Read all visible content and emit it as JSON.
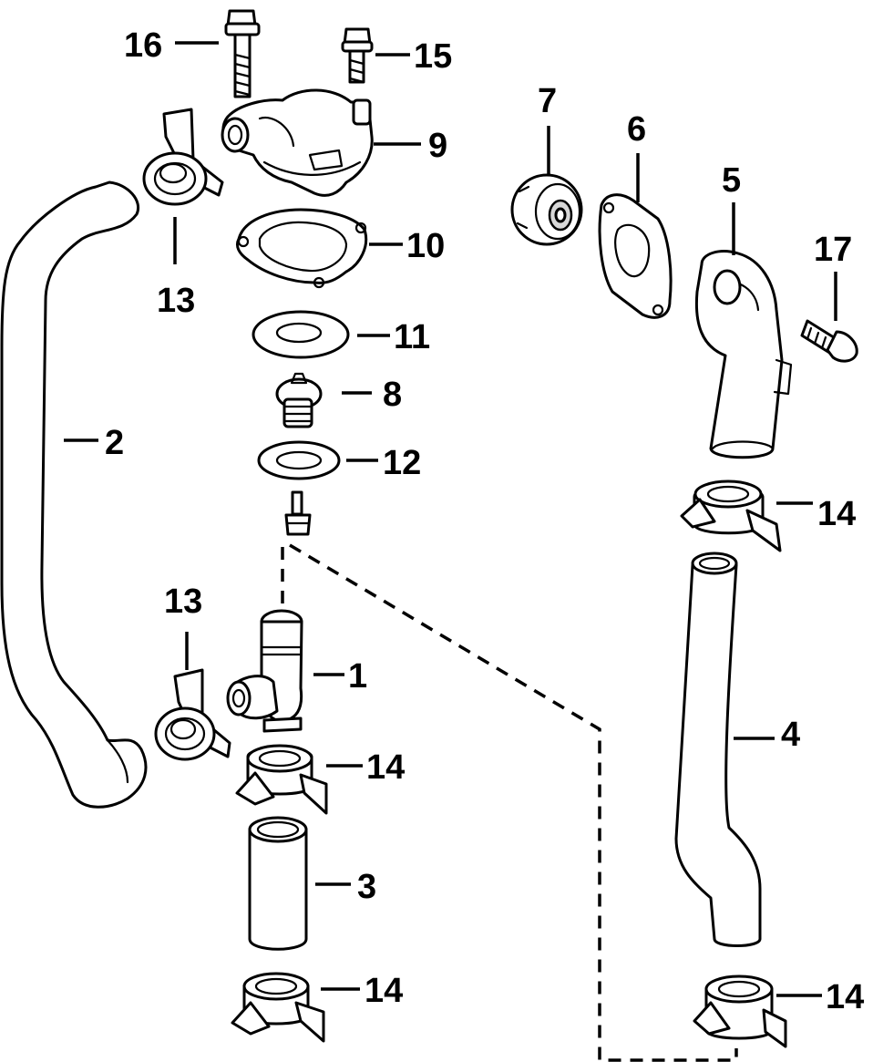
{
  "callouts": [
    {
      "id": "c1",
      "label": "1"
    },
    {
      "id": "c2",
      "label": "2"
    },
    {
      "id": "c3",
      "label": "3"
    },
    {
      "id": "c4",
      "label": "4"
    },
    {
      "id": "c5",
      "label": "5"
    },
    {
      "id": "c6",
      "label": "6"
    },
    {
      "id": "c7",
      "label": "7"
    },
    {
      "id": "c8",
      "label": "8"
    },
    {
      "id": "c9",
      "label": "9"
    },
    {
      "id": "c10",
      "label": "10"
    },
    {
      "id": "c11",
      "label": "11"
    },
    {
      "id": "c12",
      "label": "12"
    },
    {
      "id": "c13a",
      "label": "13"
    },
    {
      "id": "c13b",
      "label": "13"
    },
    {
      "id": "c14a",
      "label": "14"
    },
    {
      "id": "c14b",
      "label": "14"
    },
    {
      "id": "c14c",
      "label": "14"
    },
    {
      "id": "c14d",
      "label": "14"
    },
    {
      "id": "c15",
      "label": "15"
    },
    {
      "id": "c16",
      "label": "16"
    },
    {
      "id": "c17",
      "label": "17"
    }
  ]
}
